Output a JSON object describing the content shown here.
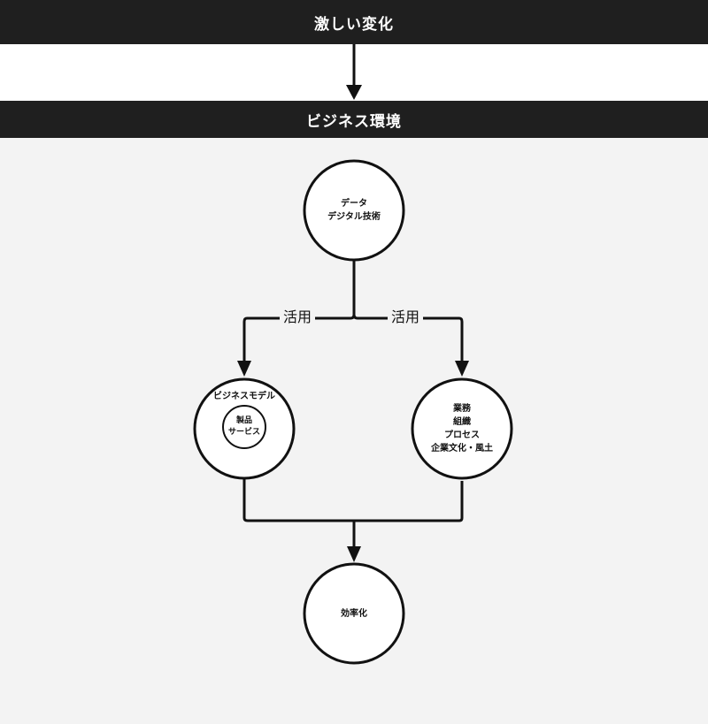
{
  "header": {
    "title": "激しい変化"
  },
  "environment": {
    "title": "ビジネス環境"
  },
  "diagram": {
    "data_node": {
      "line1": "データ",
      "line2": "デジタル技術"
    },
    "edge_labels": {
      "left": "活用",
      "right": "活用"
    },
    "business_model": {
      "label": "ビジネスモデル",
      "inner_line1": "製品",
      "inner_line2": "サービス"
    },
    "operations": {
      "line1": "業務",
      "line2": "組織",
      "line3": "プロセス",
      "line4": "企業文化・風土"
    },
    "result": {
      "label": "効率化"
    }
  }
}
